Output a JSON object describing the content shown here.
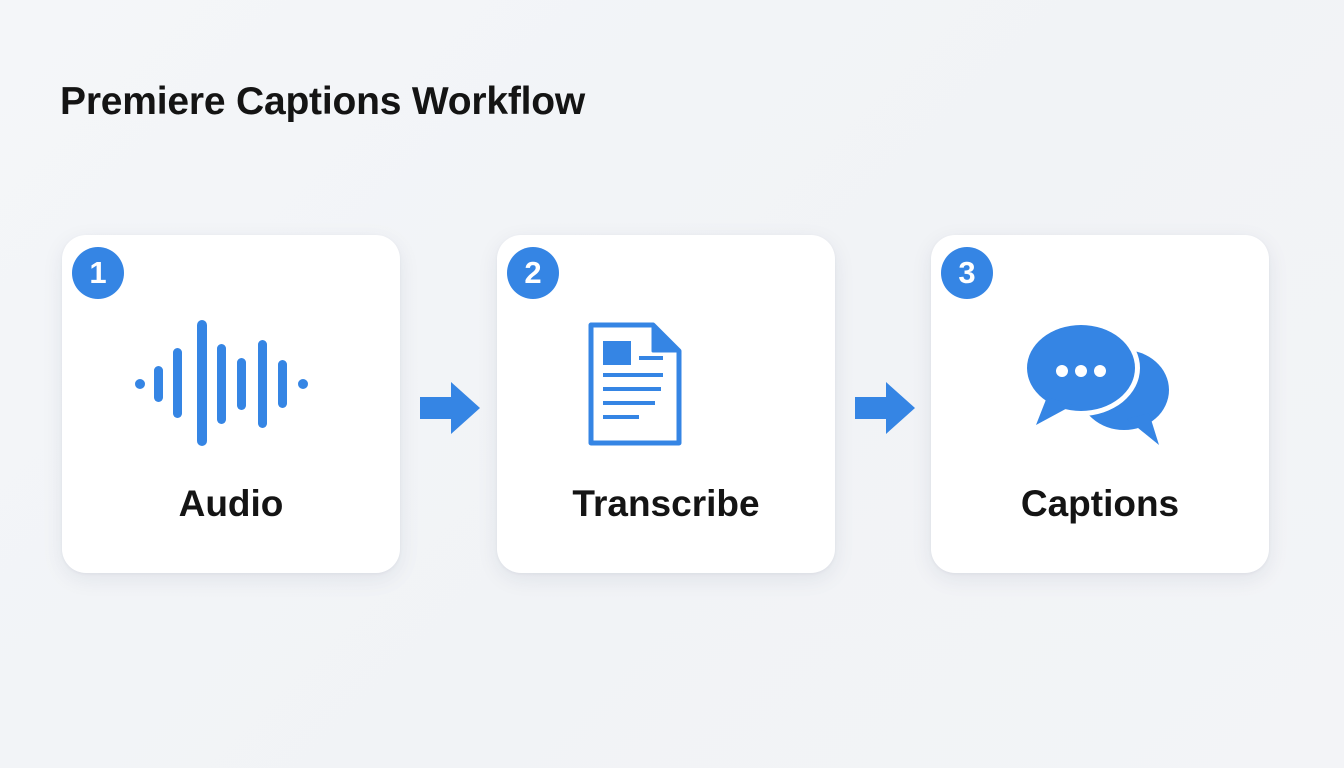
{
  "title": "Premiere Captions Workflow",
  "accent_color": "#3585e4",
  "steps": [
    {
      "number": "1",
      "label": "Audio",
      "icon": "audio-waveform-icon"
    },
    {
      "number": "2",
      "label": "Transcribe",
      "icon": "document-icon"
    },
    {
      "number": "3",
      "label": "Captions",
      "icon": "speech-bubbles-icon"
    }
  ],
  "connectors": [
    "arrow-right-icon",
    "arrow-right-icon"
  ]
}
